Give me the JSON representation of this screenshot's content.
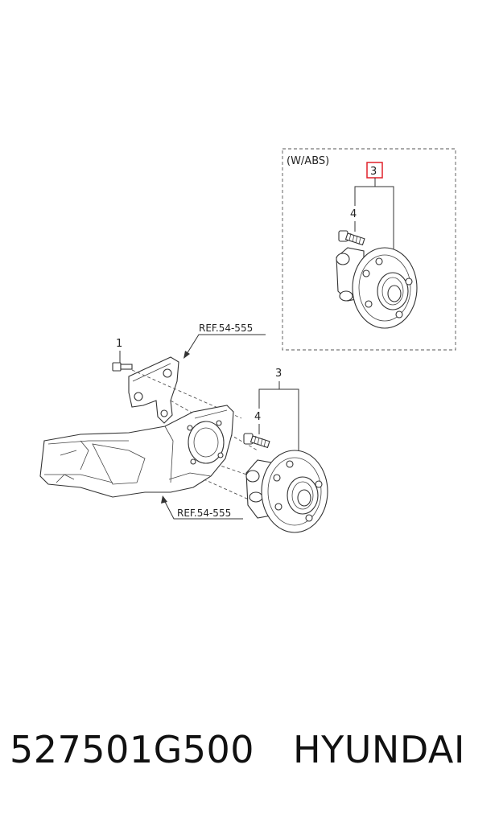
{
  "callouts": {
    "abs_box": "(W/ABS)",
    "item_3_boxed": "3",
    "item_4_abs": "4",
    "item_1": "1",
    "item_3": "3",
    "item_4": "4",
    "ref_upper": "REF.54-555",
    "ref_lower": "REF.54-555"
  },
  "caption": {
    "part_number": "527501G500",
    "brand": "HYUNDAI"
  },
  "colors": {
    "highlight_box": "#e0202a",
    "line": "#333333"
  }
}
